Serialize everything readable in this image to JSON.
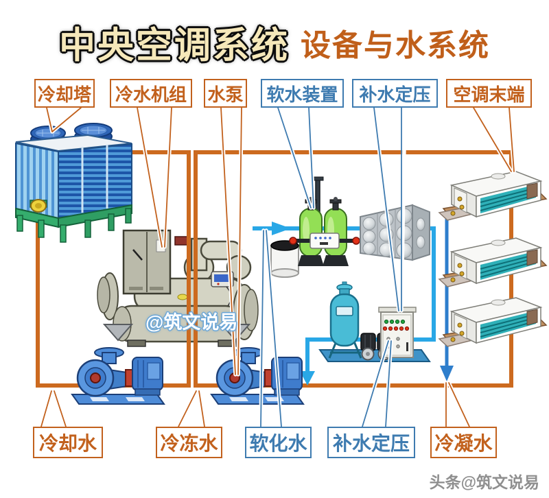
{
  "title": {
    "main": "中央空调系统",
    "sub": "设备与水系统"
  },
  "watermarks": {
    "center": "@筑文说易",
    "corner": "头条@筑文说易"
  },
  "colors": {
    "label_orange": "#c2611d",
    "label_blue": "#3e7bb0",
    "pipe_orange": "#cc6a1f",
    "makeup_water_blue": "#29a7e6",
    "condensate_blue": "#2e7ecc",
    "tower_blue": "#4f9ad8",
    "softener_green": "#93df55",
    "pump_blue": "#4e8cd8",
    "pressure_tank_teal": "#49bcd6"
  },
  "top_labels": [
    {
      "text": "冷却塔",
      "color": "orange"
    },
    {
      "text": "冷水机组",
      "color": "orange"
    },
    {
      "text": "水泵",
      "color": "orange"
    },
    {
      "text": "软水装置",
      "color": "blue"
    },
    {
      "text": "补水定压",
      "color": "blue"
    },
    {
      "text": "空调末端",
      "color": "orange"
    }
  ],
  "bottom_labels": [
    {
      "text": "冷却水",
      "color": "orange"
    },
    {
      "text": "冷冻水",
      "color": "orange"
    },
    {
      "text": "软化水",
      "color": "blue"
    },
    {
      "text": "补水定压",
      "color": "blue"
    },
    {
      "text": "冷凝水",
      "color": "orange"
    }
  ],
  "equipment": [
    "cooling-tower",
    "chiller-unit",
    "cooling-water-pump",
    "chilled-water-pump",
    "salt-tank",
    "water-softener-tanks",
    "stainless-water-tank",
    "pressure-tank",
    "makeup-pump-skid",
    "control-cabinet",
    "fan-coil-unit-1",
    "fan-coil-unit-2",
    "fan-coil-unit-3"
  ]
}
